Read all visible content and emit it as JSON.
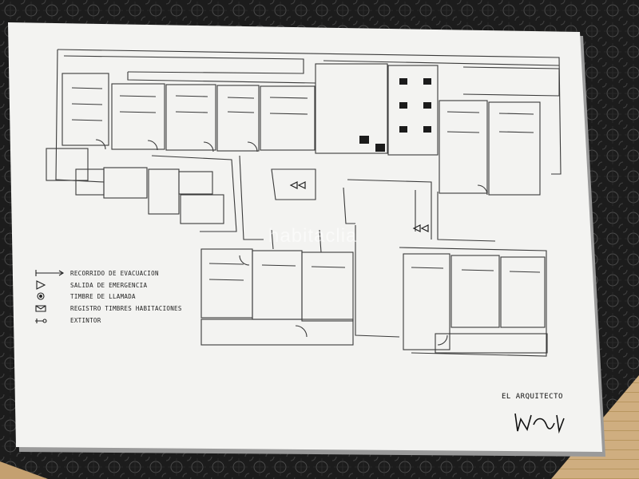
{
  "legend": [
    {
      "symbol": "arrow-line",
      "label": "RECORRIDO DE EVACUACION"
    },
    {
      "symbol": "triangle",
      "label": "SALIDA DE EMERGENCIA"
    },
    {
      "symbol": "bell",
      "label": "TIMBRE DE LLAMADA"
    },
    {
      "symbol": "register",
      "label": "REGISTRO TIMBRES HABITACIONES"
    },
    {
      "symbol": "extinguisher",
      "label": "EXTINTOR"
    }
  ],
  "signature_caption": "EL ARQUITECTO",
  "watermark": "habitaclia",
  "colors": {
    "paper": "#f3f3f1",
    "line": "#3a3a3a",
    "table": "#1b1b1b",
    "floor": "#c9a878"
  }
}
